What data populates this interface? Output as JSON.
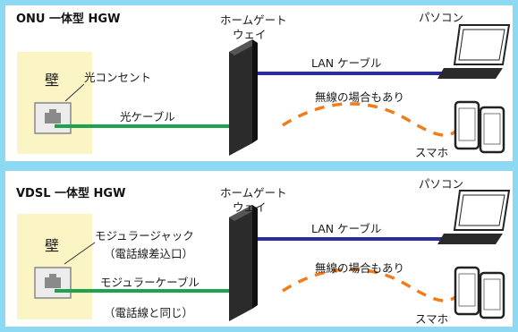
{
  "panels": [
    {
      "title": "ONU 一体型 HGW",
      "wall": "壁",
      "outlet_label": "光コンセント",
      "outlet_label_2": "",
      "cable_label": "光ケーブル",
      "cable_label_2": "",
      "gateway_line1": "ホームゲート",
      "gateway_line2": "ウェイ",
      "pc_label": "パソコン",
      "lan_label": "LAN ケーブル",
      "wireless_label": "無線の場合もあり",
      "phone_label": "スマホ",
      "colors": {
        "cable": "#1ea24e",
        "lan": "#2c2d9c",
        "wireless": "#f07d1b",
        "gateway": "#2b2b2b"
      }
    },
    {
      "title": "VDSL 一体型 HGW",
      "wall": "壁",
      "outlet_label": "モジュラージャック",
      "outlet_label_2": "（電話線差込口）",
      "cable_label": "モジュラーケーブル",
      "cable_label_2": "（電話線と同じ）",
      "gateway_line1": "ホームゲート",
      "gateway_line2": "ウェイ",
      "pc_label": "パソコン",
      "lan_label": "LAN ケーブル",
      "wireless_label": "無線の場合もあり",
      "phone_label": "スマホ",
      "colors": {
        "cable": "#1ea24e",
        "lan": "#2c2d9c",
        "wireless": "#f07d1b",
        "gateway": "#2b2b2b"
      }
    }
  ]
}
